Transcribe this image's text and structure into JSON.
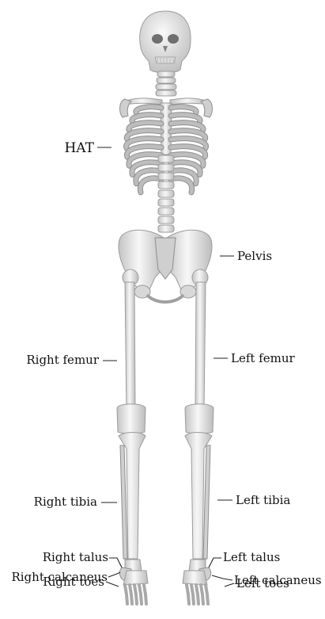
{
  "labels": {
    "hat": "HAT",
    "pelvis": "Pelvis",
    "right_femur": "Right femur",
    "left_femur": "Left femur",
    "right_tibia": "Right tibia",
    "left_tibia": "Left tibia",
    "right_talus": "Right talus",
    "left_talus": "Left talus",
    "right_calcaneus": "Right calcaneus",
    "left_calcaneus": "Left calcaneus",
    "right_toes": "Right toes",
    "left_toes": "Left toes"
  },
  "colors": {
    "bone_light": "#f6f6f6",
    "bone_shadow": "#b9b9b9",
    "label_text": "#111111"
  }
}
